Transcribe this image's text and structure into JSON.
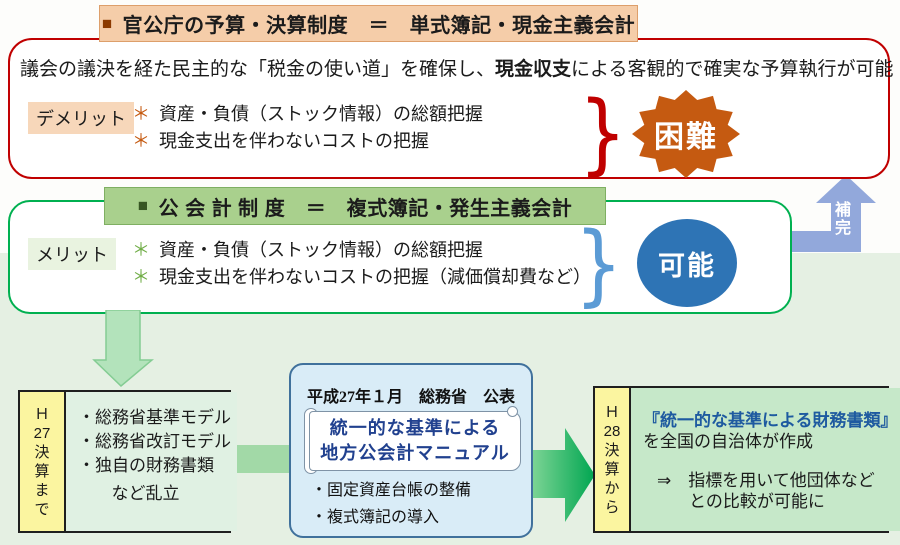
{
  "colors": {
    "red_border": "#C00000",
    "peach_bar": "#F5CDA9",
    "orange_badge": "#C55A11",
    "green_border": "#00B050",
    "green_bar": "#A9D08D",
    "blue_badge": "#2E74B5",
    "periwinkle_arrow": "#92A8DB",
    "yellow_tab": "#FBF5A0",
    "bottom_background": "#E5F0E3",
    "blue_text": "#1E5AA0"
  },
  "top_box": {
    "marker": "■",
    "title": "官公庁の予算・決算制度　＝　単式簿記・現金主義会計",
    "desc_pre": "議会の議決を経た民主的な「税金の使い道」を確保し、",
    "desc_bold": "現金収支",
    "desc_post": "による客観的で確実な予算執行が可能",
    "label": "デメリット",
    "bullet": "＊",
    "items": [
      "資産・負債（ストック情報）の総額把握",
      "現金支出を伴わないコストの把握"
    ],
    "brace": "}",
    "badge": "困難"
  },
  "mid_box": {
    "marker": "■",
    "title": "公 会 計 制 度　＝　複式簿記・発生主義会計",
    "label": "メリット",
    "bullet": "＊",
    "items": [
      "資産・負債（ストック情報）の総額把握",
      "現金支出を伴わないコストの把握（減価償却費など）"
    ],
    "brace": "}",
    "badge": "可能",
    "arrow_label": "補完"
  },
  "flow": {
    "left_box": {
      "tab": [
        "Ｈ",
        "27",
        "決",
        "算",
        "ま",
        "で"
      ],
      "items": [
        "・総務省基準モデル",
        "・総務省改訂モデル",
        "・独自の財務書類"
      ],
      "note": "など乱立"
    },
    "center_box": {
      "header": "平成27年１月　総務省　公表",
      "scroll": [
        "統一的な基準による",
        "地方公会計マニュアル"
      ],
      "items": [
        "・固定資産台帳の整備",
        "・複式簿記の導入"
      ]
    },
    "right_box": {
      "tab": [
        "Ｈ",
        "28",
        "決",
        "算",
        "か",
        "ら"
      ],
      "headline": "『統一的な基準による財務書類』",
      "subline": "を全国の自治体が作成",
      "arrow_line1": "⇒　指標を用いて他団体など",
      "arrow_line2": "との比較が可能に"
    }
  }
}
